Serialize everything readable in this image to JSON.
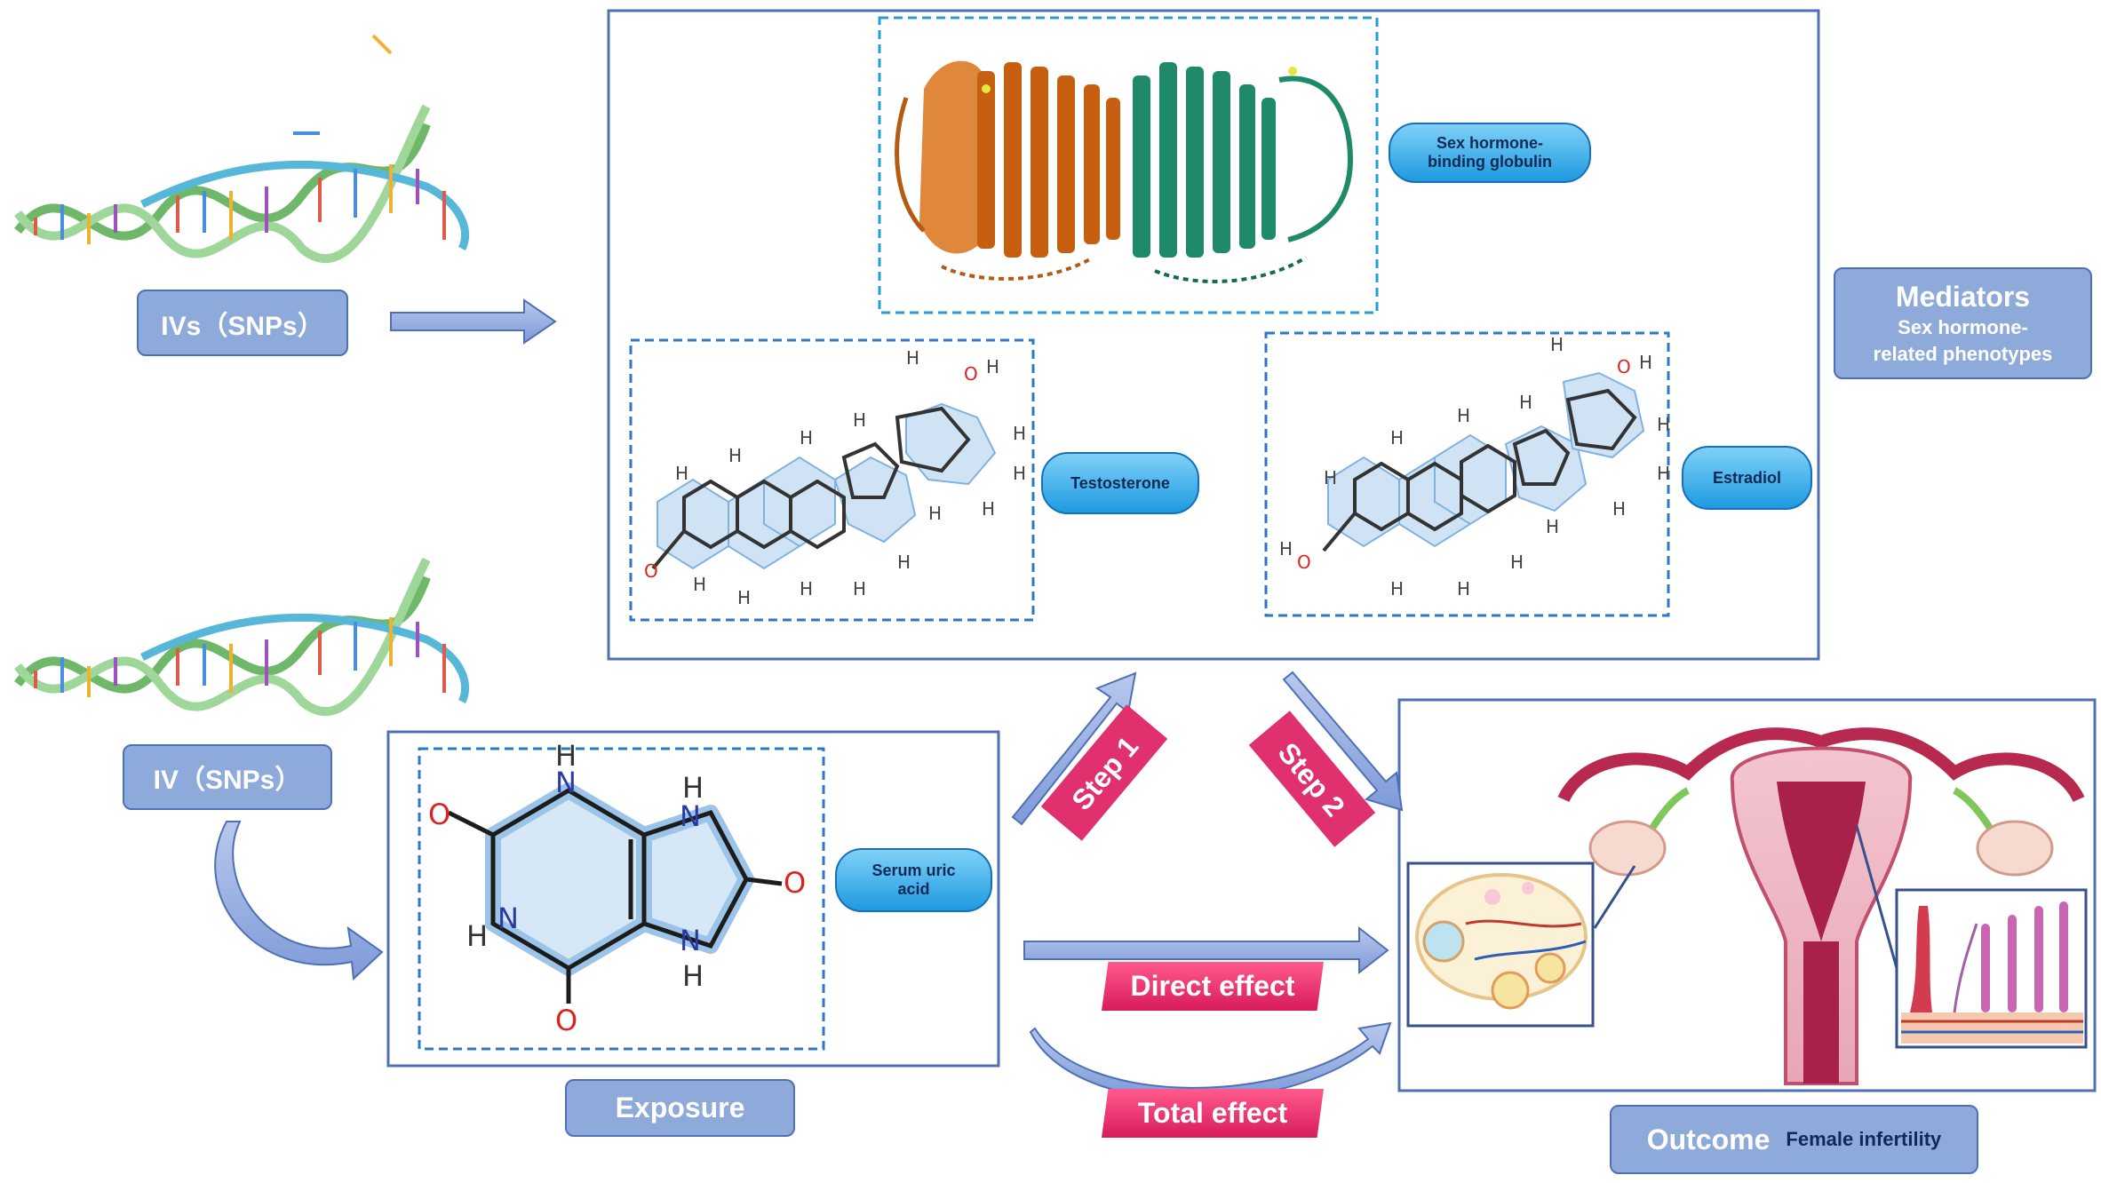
{
  "labels": {
    "ivs_top": "IVs（SNPs）",
    "iv_bottom": "IV（SNPs）",
    "exposure": "Exposure",
    "outcome": "Outcome",
    "outcome_sub": "Female infertility",
    "mediators": "Mediators",
    "mediators_sub_1": "Sex hormone-",
    "mediators_sub_2": "related phenotypes"
  },
  "molecules": {
    "shbg_1": "Sex hormone-",
    "shbg_2": "binding globulin",
    "testosterone": "Testosterone",
    "estradiol": "Estradiol",
    "uric_1": "Serum uric",
    "uric_2": "acid"
  },
  "steps": {
    "step1": "Step 1",
    "step2": "Step 2",
    "direct": "Direct effect",
    "total": "Total effect"
  },
  "colors": {
    "box_border": "#4f6fb6",
    "label_fill": "#8eaadb",
    "pink": "#e0306d",
    "arrow_fill": "#8eaadb",
    "pill_blue": "#1e9ae0"
  }
}
